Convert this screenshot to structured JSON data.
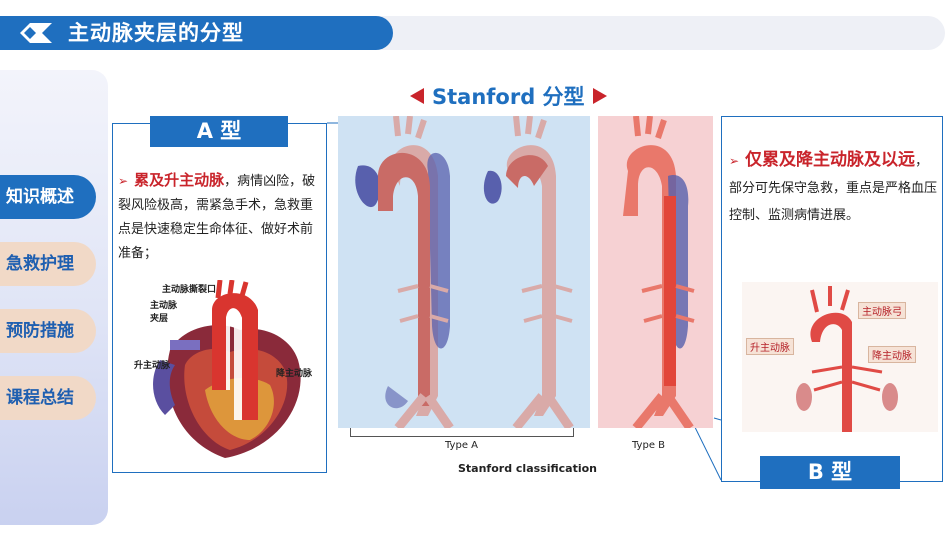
{
  "header": {
    "title": "主动脉夹层的分型"
  },
  "sidebar": {
    "items": [
      {
        "label": "知识概述"
      },
      {
        "label": "急救护理"
      },
      {
        "label": "预防措施"
      },
      {
        "label": "课程总结"
      }
    ]
  },
  "stanford": {
    "title": "Stanford 分型"
  },
  "type_a": {
    "tag": "A 型",
    "highlight": "累及升主动脉",
    "body": "，病情凶险，破裂风险极高，需紧急手术，急救重点是快速稳定生命体征、做好术前准备；",
    "labels": {
      "tear": "主动脉撕裂口",
      "false_lumen": "主动脉\n夹层",
      "ascending": "升主动脉",
      "descending": "降主动脉"
    }
  },
  "type_b": {
    "tag": "B 型",
    "highlight": "仅累及降主动脉及以远",
    "body": "，部分可先保守急救，重点是严格血压控制、监测病情进展。",
    "labels": {
      "arch": "主动脉弓",
      "ascending": "升主动脉",
      "descending": "降主动脉"
    }
  },
  "figure": {
    "type_a_label": "Type A",
    "type_b_label": "Type B",
    "caption": "Stanford classification"
  },
  "colors": {
    "primary": "#1f6fbf",
    "accent": "#c9242b",
    "panel_a": "#cfe2f3",
    "panel_b": "#f6d1d3"
  }
}
